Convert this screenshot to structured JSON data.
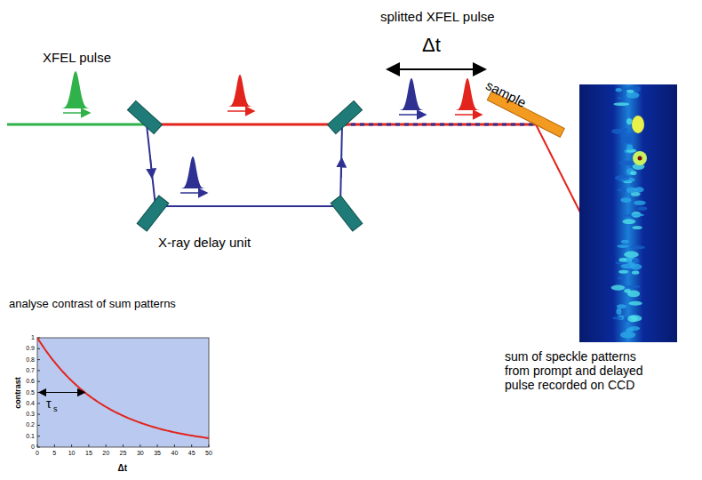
{
  "diagram": {
    "labels": [
      "XFEL pulse",
      "splitted XFEL pulse",
      "Δt",
      "sample",
      "X-ray delay unit",
      "sum of speckle patterns from prompt and delayed pulse recorded on CCD",
      "analyse contrast of sum patterns",
      "contrast",
      "τ",
      "s",
      "Δt",
      "0",
      "0.1",
      "0.2",
      "0.3",
      "0.4",
      "0.5",
      "0.6",
      "0.7",
      "0.8",
      "0.9",
      "1",
      "0",
      "5",
      "10",
      "15",
      "20",
      "25",
      "30",
      "35",
      "40",
      "45",
      "50"
    ]
  }
}
